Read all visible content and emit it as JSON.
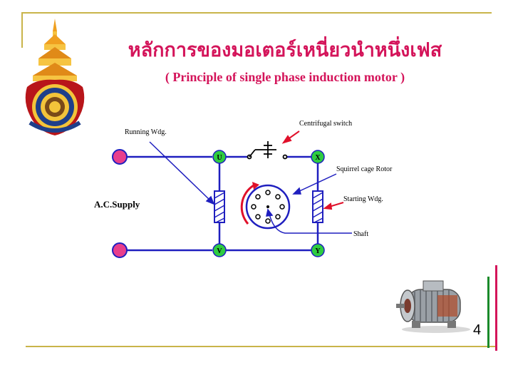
{
  "slide": {
    "title_thai": "หลักการของมอเตอร์เหนี่ยวนำหนึ่งเฟส",
    "title_english": "( Principle of single phase induction motor )",
    "page_number": "4"
  },
  "diagram": {
    "labels": {
      "centrifugal_switch": "Centrifugal switch",
      "running_wdg": "Running Wdg.",
      "squirrel_cage_rotor": "Squirrel cage Rotor",
      "starting_wdg": "Starting Wdg.",
      "shaft": "Shaft",
      "ac_supply": "A.C.Supply"
    },
    "terminals": {
      "u": "U",
      "x": "X",
      "v": "V",
      "y": "Y"
    }
  },
  "colors": {
    "accent": "#d4145a",
    "frame_gold": "#c9b44a",
    "wire_blue": "#1f1fbf",
    "terminal_green": "#2ecc40",
    "supply_pink": "#e83e8c",
    "arrow_red": "#e0102a",
    "right_bar_green": "#1a8a2a"
  }
}
